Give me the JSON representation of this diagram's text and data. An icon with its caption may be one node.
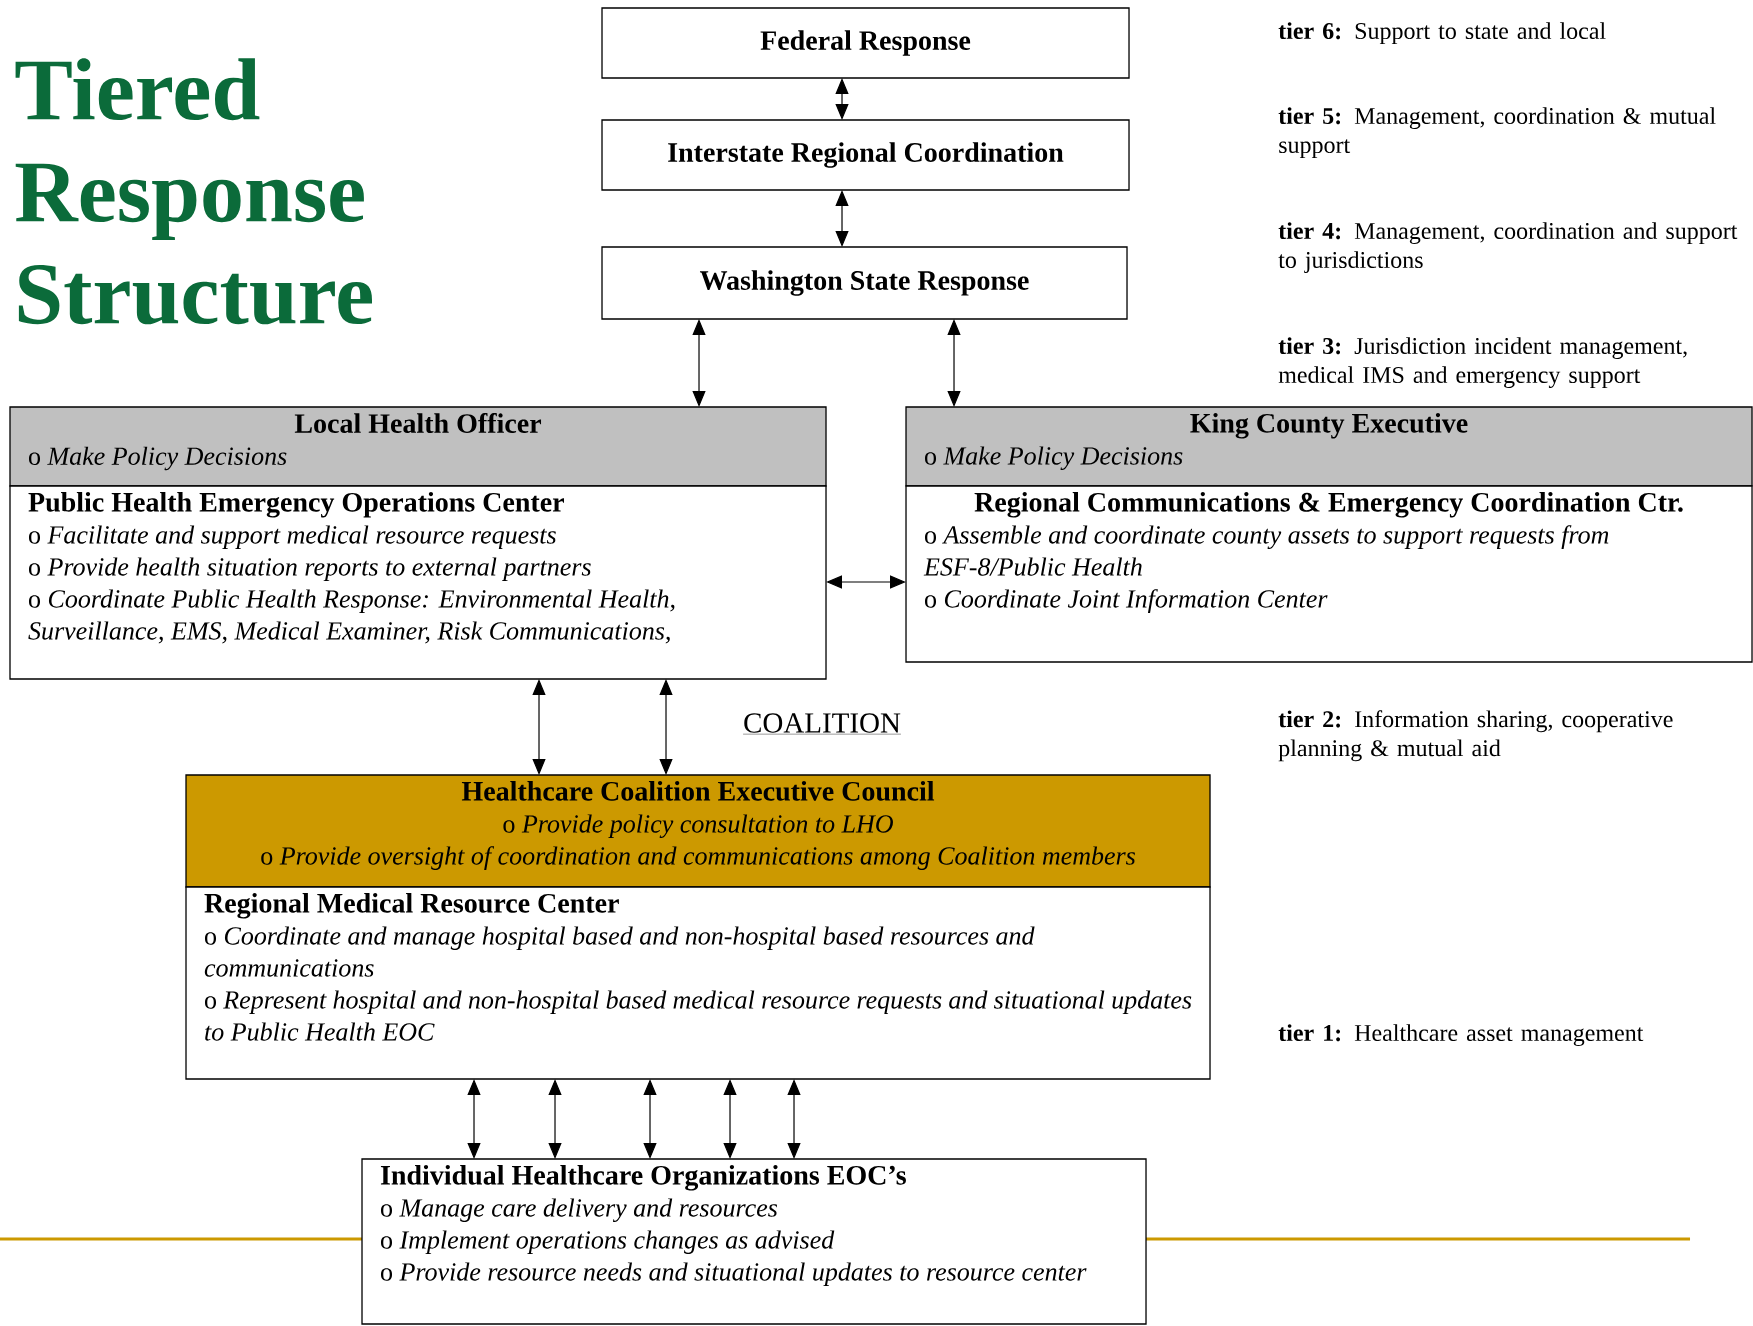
{
  "diagram": {
    "title": "Tiered Response Structure",
    "nodes": [
      {
        "text": [
          "Federal Response"
        ]
      },
      {
        "text": [
          "Interstate Regional Coordination"
        ]
      },
      {
        "text": [
          "Washington State Response"
        ]
      },
      {
        "text": [
          "Local Health Officer",
          "o *Make Policy Decisions*"
        ]
      },
      {
        "text": [
          "Public Health Emergency Operations Center",
          "o *Facilitate and support medical resource requests*",
          "o *Provide health situation reports to external partners*",
          "o *Coordinate Public Health Response: Environmental Health, Surveillance, EMS, Medical Examiner, Risk Communications,*"
        ]
      },
      {
        "text": [
          "King County Executive",
          "o *Make Policy Decisions*"
        ]
      },
      {
        "text": [
          "Regional Communications & Emergency Coordination Ctr.",
          "o *Assemble and coordinate county assets to support requests from ESF-8/Public Health*",
          "o *Coordinate Joint Information Center*"
        ]
      },
      {
        "text": [
          "Healthcare Coalition Executive Council",
          "o *Provide policy consultation to LHO*",
          "o *Provide oversight of coordination and communications among Coalition members*"
        ]
      },
      {
        "text": [
          "Regional Medical Resource Center",
          "o *Coordinate and manage hospital based and non-hospital based resources and communications*",
          "o *Represent hospital and non-hospital based medical resource requests and situational updates to Public Health EOC*"
        ]
      },
      {
        "text": [
          "Individual Healthcare Organizations EOC’s",
          "o *Manage care delivery and resources*",
          "o *Implement operations changes as advised*",
          "o *Provide resource needs and situational updates to resource center*"
        ]
      }
    ],
    "edges": [
      {
        "from": 0,
        "to": 1,
        "arrow": "both"
      },
      {
        "from": 1,
        "to": 2,
        "arrow": "both"
      },
      {
        "from": 2,
        "to": 3,
        "arrow": "both"
      },
      {
        "from": 2,
        "to": 5,
        "arrow": "both"
      },
      {
        "from": 4,
        "to": 6,
        "arrow": "both"
      },
      {
        "from": 4,
        "to": 7,
        "arrow": "both"
      },
      {
        "from": 4,
        "to": 7,
        "arrow": "both"
      },
      {
        "from": 8,
        "to": 9,
        "arrow": "both"
      },
      {
        "from": 8,
        "to": 9,
        "arrow": "both"
      },
      {
        "from": 8,
        "to": 9,
        "arrow": "both"
      },
      {
        "from": 8,
        "to": 9,
        "arrow": "both"
      },
      {
        "from": 8,
        "to": 9,
        "arrow": "both"
      }
    ],
    "labels": [
      "**tier 6:** Support to state and local",
      "**tier 5:** Management, coordination & mutual support",
      "**tier 4:** Management, coordination and support to jurisdictions",
      "**tier 3:** Jurisdiction incident management, medical IMS and emergency support",
      "COALITION",
      "**tier 2:** Information sharing, cooperative planning & mutual aid",
      "**tier 1:** Healthcare asset management"
    ]
  }
}
